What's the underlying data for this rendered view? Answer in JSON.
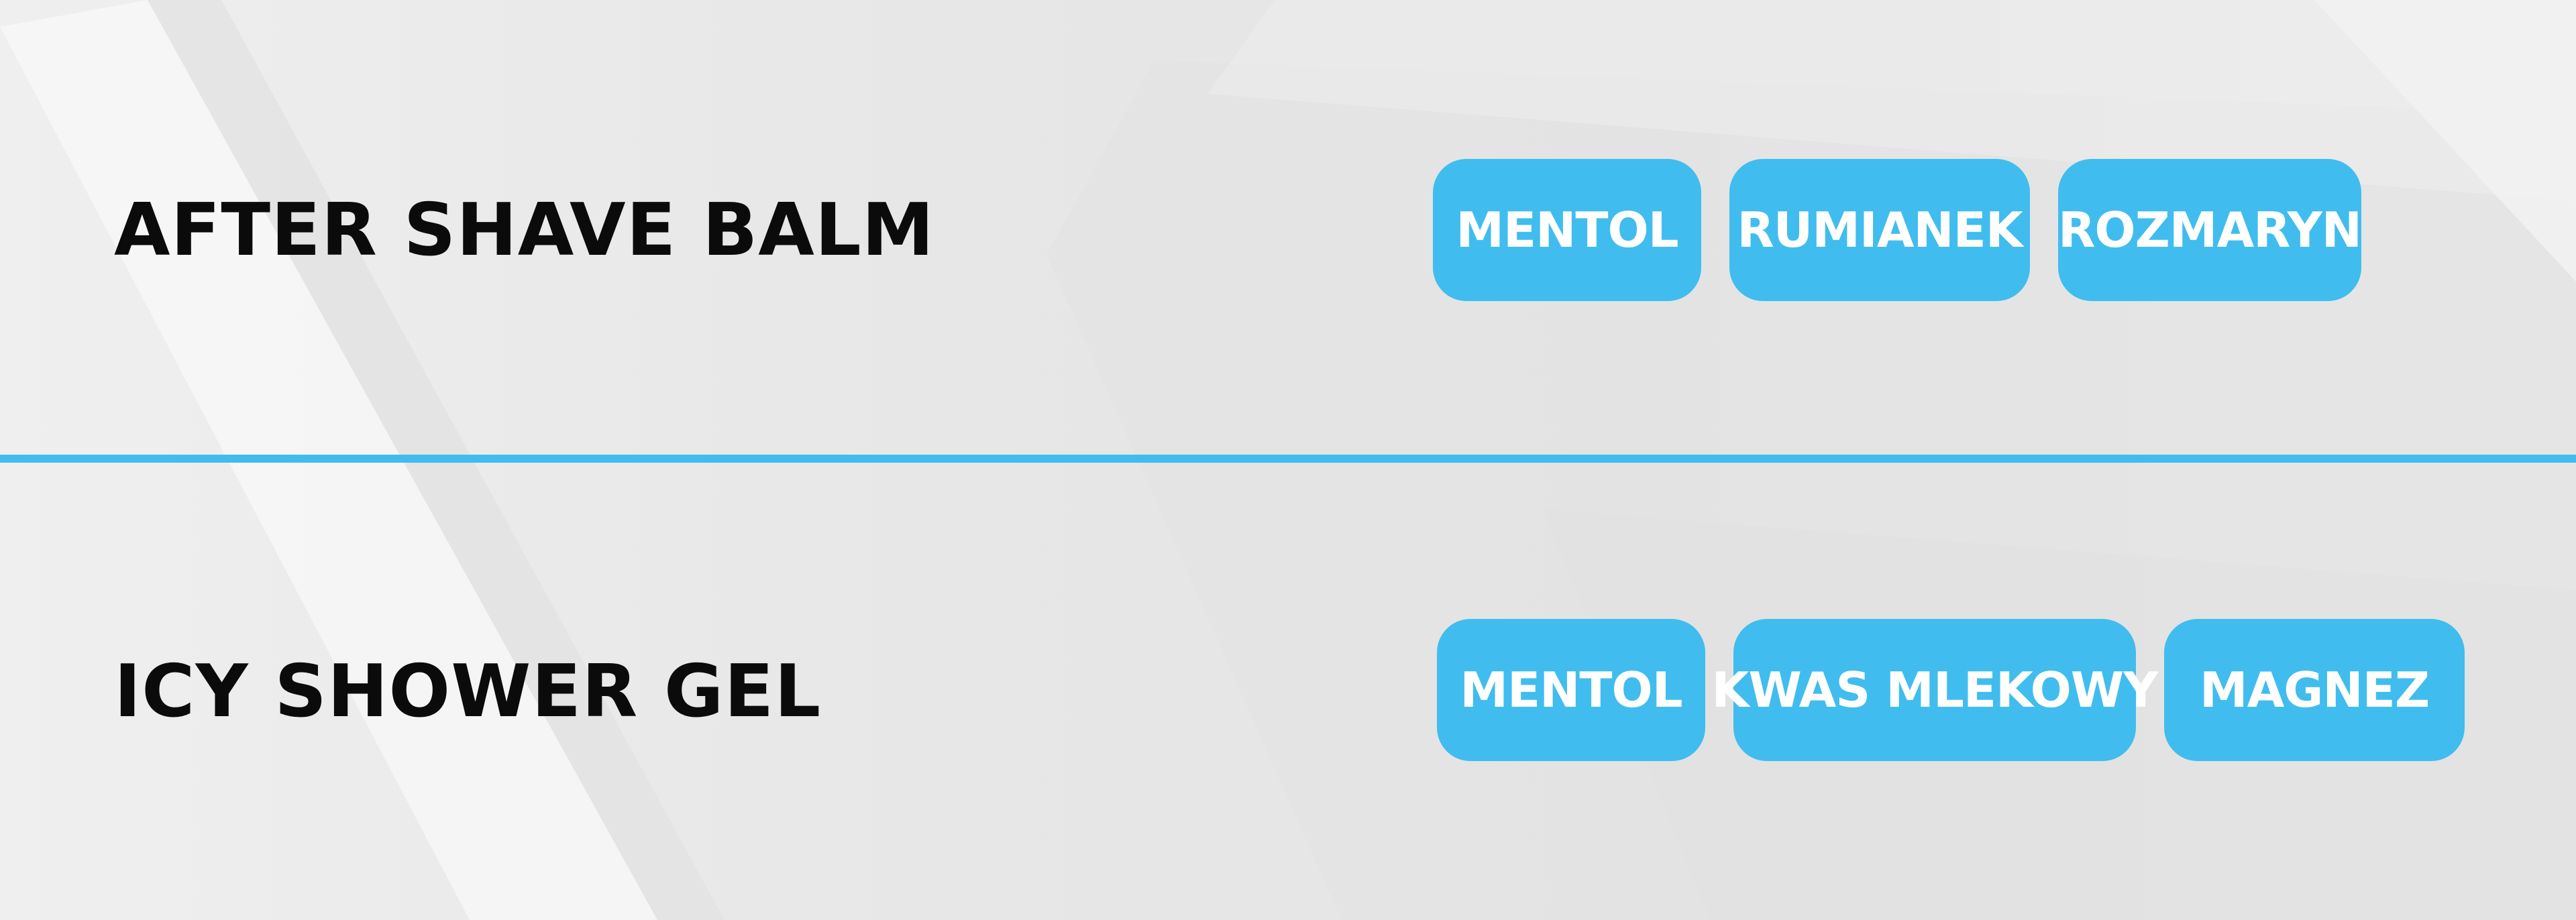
{
  "colors": {
    "accent": "#40bdee",
    "tag_text": "#ffffff",
    "title_text": "#0b0b0b",
    "background": "#e9e9e9"
  },
  "products": [
    {
      "name": "AFTER SHAVE BALM",
      "ingredients": [
        "MENTOL",
        "RUMIANEK",
        "ROZMARYN"
      ]
    },
    {
      "name": "ICY SHOWER GEL",
      "ingredients": [
        "MENTOL",
        "KWAS MLEKOWY",
        "MAGNEZ"
      ]
    }
  ]
}
